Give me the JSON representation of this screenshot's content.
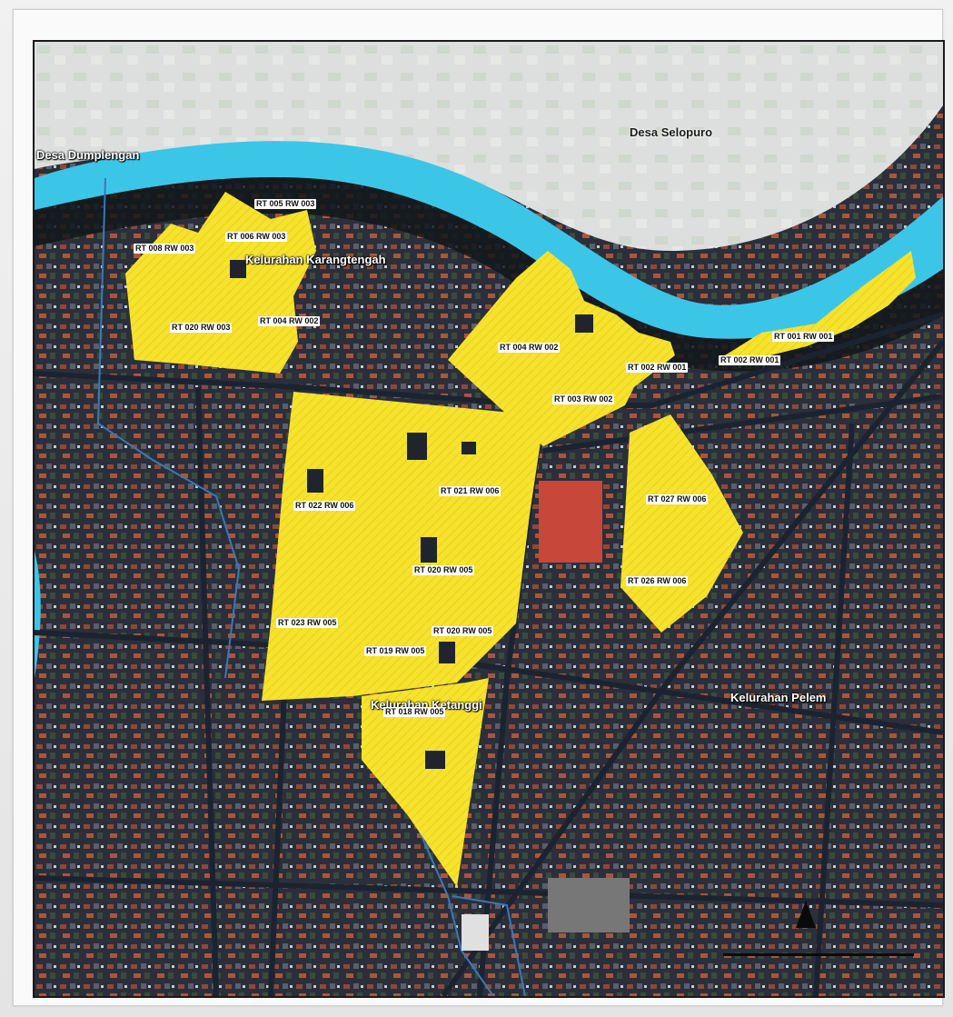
{
  "map": {
    "colors": {
      "river": "#3bc6e8",
      "highlight": "#f6e32e",
      "urban": "#2b2f3a",
      "farmland": "#dcdfde"
    },
    "region_labels": [
      {
        "id": "desa-dumplengan",
        "text": "Desa Dumplengan"
      },
      {
        "id": "desa-selopuro",
        "text": "Desa Selopuro"
      },
      {
        "id": "kelurahan-karangtengah",
        "text": "Kelurahan Karangtengah"
      },
      {
        "id": "kelurahan-ketanggi",
        "text": "Kelurahan Ketanggi"
      },
      {
        "id": "kelurahan-pelem",
        "text": "Kelurahan Pelem"
      }
    ],
    "rt_labels": [
      {
        "id": "rt-005-rw-003-a",
        "text": "RT 005 RW 003"
      },
      {
        "id": "rt-008-rw-003",
        "text": "RT 008 RW 003"
      },
      {
        "id": "rt-006-rw-003",
        "text": "RT 006 RW 003"
      },
      {
        "id": "rt-020-rw-003",
        "text": "RT 020 RW 003"
      },
      {
        "id": "rt-004-rw-002-a",
        "text": "RT 004 RW 002"
      },
      {
        "id": "rt-004-rw-002-b",
        "text": "RT 004 RW 002"
      },
      {
        "id": "rt-002-rw-001-a",
        "text": "RT 002 RW 001"
      },
      {
        "id": "rt-002-rw-001-b",
        "text": "RT 002 RW 001"
      },
      {
        "id": "rt-001-rw-001",
        "text": "RT 001 RW 001"
      },
      {
        "id": "rt-003-rw-002",
        "text": "RT 003 RW 002"
      },
      {
        "id": "rt-021-rw-006",
        "text": "RT 021 RW 006"
      },
      {
        "id": "rt-022-rw-006",
        "text": "RT 022 RW 006"
      },
      {
        "id": "rt-027-rw-006",
        "text": "RT 027 RW 006"
      },
      {
        "id": "rt-020-rw-005-a",
        "text": "RT 020 RW 005"
      },
      {
        "id": "rt-026-rw-006",
        "text": "RT 026 RW 006"
      },
      {
        "id": "rt-023-rw-005",
        "text": "RT 023 RW 005"
      },
      {
        "id": "rt-020-rw-005-b",
        "text": "RT 020 RW 005"
      },
      {
        "id": "rt-019-rw-005",
        "text": "RT 019 RW 005"
      },
      {
        "id": "rt-018-rw-005",
        "text": "RT 018 RW 005"
      }
    ],
    "north_arrow_icon": "north-arrow-icon",
    "scale_bar_icon": "scale-bar-icon"
  }
}
